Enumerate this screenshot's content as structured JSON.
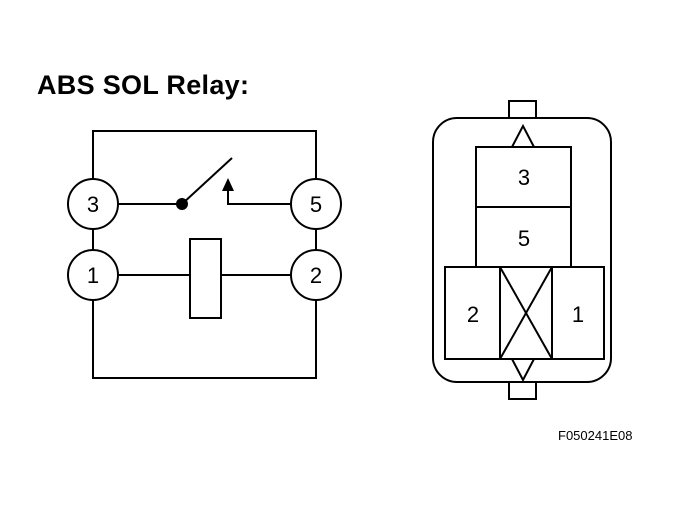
{
  "title": "ABS SOL Relay:",
  "figure_code": "F050241E08",
  "schematic": {
    "terminals": {
      "top_left": "3",
      "top_right": "5",
      "bottom_left": "1",
      "bottom_right": "2"
    }
  },
  "connector": {
    "cells": {
      "top": "3",
      "middle": "5",
      "left": "2",
      "right": "1"
    }
  }
}
